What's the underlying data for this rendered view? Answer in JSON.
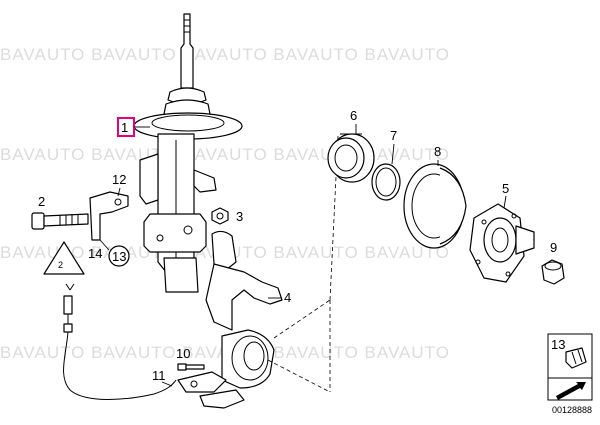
{
  "watermark": "BAVAUTO BAVAUTO BAVAUTO BAVAUTO BAVAUTO",
  "highlight_color": "#e6007e",
  "callouts": {
    "p1": "1",
    "p2": "2",
    "p3": "3",
    "p4": "4",
    "p5": "5",
    "p6": "6",
    "p7": "7",
    "p8": "8",
    "p9": "9",
    "p10": "10",
    "p11": "11",
    "p12": "12",
    "p13": "13",
    "p14": "14",
    "p13b": "13"
  },
  "warning_symbol_text": "2",
  "diagram_id": "00128888"
}
